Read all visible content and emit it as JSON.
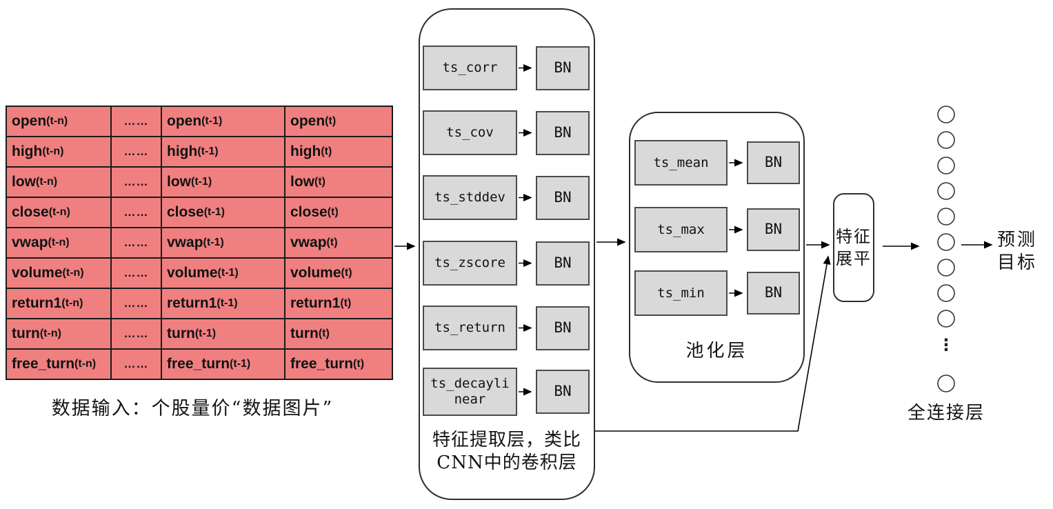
{
  "diagram": {
    "input_table": {
      "caption": "数据输入：个股量价“数据图片”",
      "rows": [
        [
          "open(t-n)",
          "……",
          "open(t-1)",
          "open(t)"
        ],
        [
          "high(t-n)",
          "……",
          "high(t-1)",
          "high(t)"
        ],
        [
          "low(t-n)",
          "……",
          "low(t-1)",
          "low(t)"
        ],
        [
          "close(t-n)",
          "……",
          "close(t-1)",
          "close(t)"
        ],
        [
          "vwap(t-n)",
          "……",
          "vwap(t-1)",
          "vwap(t)"
        ],
        [
          "volume(t-n)",
          "……",
          "volume(t-1)",
          "volume(t)"
        ],
        [
          "return1(t-n)",
          "……",
          "return1(t-1)",
          "return1(t)"
        ],
        [
          "turn(t-n)",
          "……",
          "turn(t-1)",
          "turn(t)"
        ],
        [
          "free_turn(t-n)",
          "……",
          "free_turn(t-1)",
          "free_turn(t)"
        ]
      ]
    },
    "feature_layer": {
      "ops": [
        "ts_corr",
        "ts_cov",
        "ts_stddev",
        "ts_zscore",
        "ts_return",
        "ts_decaylinear"
      ],
      "bn_label": "BN",
      "label_line1": "特征提取层，类比",
      "label_line2": "CNN中的卷积层"
    },
    "pooling_layer": {
      "ops": [
        "ts_mean",
        "ts_max",
        "ts_min"
      ],
      "bn_label": "BN",
      "label": "池化层"
    },
    "flatten_box": {
      "line1": "特征",
      "line2": "展平"
    },
    "fc_layer": {
      "label": "全连接层",
      "ellipsis": "⋮",
      "neuron_count_visible": 10
    },
    "output_label": {
      "line1": "预测",
      "line2": "目标"
    },
    "colors": {
      "table_fill": "#F08080",
      "op_fill": "#D9D9D9",
      "op_border": "#4A4A4A",
      "line_color": "#000000"
    }
  }
}
